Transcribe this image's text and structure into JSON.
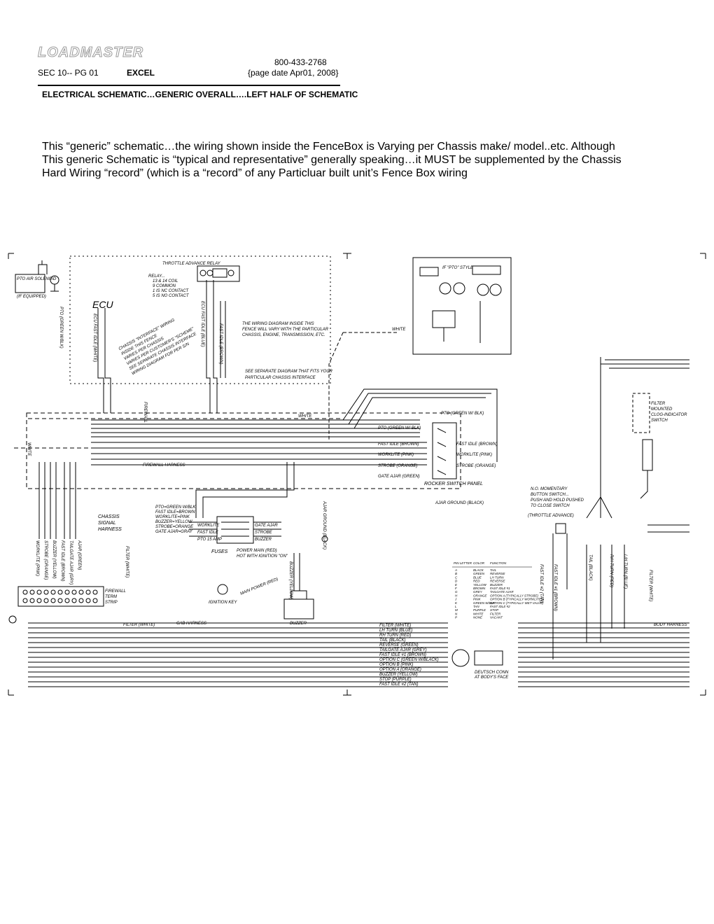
{
  "header": {
    "logo": "LOADMASTER",
    "phone": "800-433-2768",
    "section": "SEC 10-- PG 01",
    "model": "EXCEL",
    "page_date": "{page date Apr01, 2008}",
    "heading": "ELECTRICAL SCHEMATIC…GENERIC OVERALL….LEFT HALF OF SCHEMATIC"
  },
  "intro": {
    "line1": "This “generic” schematic…the wiring shown inside the FenceBox is Varying per Chassis make/ model..etc. Although",
    "line2": "This generic Schematic is “typical and representative” generally speaking…it MUST be supplemented by the Chassis",
    "line3": "Hard Wiring “record” (which is a “record” of any Particluar built unit’s Fence Box wiring"
  },
  "schematic": {
    "pto_solenoid": "PTO AIR SOLENOID",
    "if_equipped": "(IF EQUIPPED)",
    "throttle_relay": "THROTTLE ADVANCE RELAY",
    "relay_notes": [
      "RELAY...",
      "13 & 14 COIL",
      "9 COMMON",
      "1 IS NC CONTACT",
      "5 IS NO CONTACT"
    ],
    "ecu": "ECU",
    "fence_note": [
      "THE WIRING DIAGRAM INSIDE THIS",
      "FENCE WILL VARY WITH THE PARTICULAR",
      "CHASSIS, ENGINE, TRANSMISSION, ETC."
    ],
    "see_separate": [
      "SEE SEPARATE DIAGRAM THAT FITS YOUR",
      "PARTICULAR CHASSIS INTERFACE"
    ],
    "interface_note": [
      "CHASSIS \"INTERFACE\" WIRING",
      "INSIDE THIS FENCE",
      "VARIES PER CHASSIS",
      "VARIES PER CUSTOMER'S \"SCHEME\"",
      "SEE SEPARATE CHASSIS INTERFACE",
      "WIRING DIAGRAM FOR PER S/N"
    ],
    "pto_green_blk": "PTO (GREEN W/BLK)",
    "ecu_fast_idle_white": "ECU FAST IDLE (WHITE)",
    "ecu_fast_idle_blue": "ECU FAST IDLE (BLUE)",
    "fast_idle_brown": "FAST IDLE (BROWN)",
    "white": "WHITE",
    "firewall": "FIREWALL",
    "pto_style": "IF \"PTO\" STYLE",
    "rocker_labels": [
      "PTO (GREEN W/ BLK)",
      "FAST IDLE (BROWN)",
      "WORKLITE (PINK)",
      "STROBE (ORANGE)",
      "GATE AJAR (GREEN)"
    ],
    "rocker_right": [
      "FAST IDLE (BROWN)",
      "WORKLITE (PINK)",
      "STROBE (ORANGE)"
    ],
    "rocker_panel": "ROCKER SWITCH PANEL",
    "ajar_ground": "AJAR GROUND (BLACK)",
    "firewall_harness": "FIREWALL HARNESS",
    "fuse_legend": [
      "PTO=GREEN W/BLK",
      "FAST IDLE=BROWN",
      "WORKLITE=PINK",
      "BUZZER=YELLOW",
      "STROBE=ORANGE",
      "GATE AJAR=GRAY"
    ],
    "fuse_labels": [
      "WORKLITE",
      "FAST IDLE",
      "PTO 15 AMP",
      "GATE AJAR",
      "STROBE",
      "BUZZER"
    ],
    "fuses": "FUSES",
    "power_main": "POWER MAIN (RED)",
    "hot_ignition": "HOT WITH IGNITION \"ON\"",
    "chassis_signal": [
      "CHASSIS",
      "SIGNAL",
      "HARNESS"
    ],
    "filter_white": "FILTER (WHITE)",
    "buzzer_yellow": "BUZZER (YELLOW)",
    "ignition_key": "IGNITION KEY",
    "main_power_red": "MAIN POWER (RED)",
    "buzzer": "BUZZER",
    "term_strip": [
      "FIREWALL",
      "TERM",
      "STRIP"
    ],
    "cab_harness": "CAB HARNESS",
    "vertical_left": [
      "WORKLITE (PINK)",
      "STROBE (ORANGE)",
      "BUZZER (YELLOW)",
      "FAST IDLE (BROWN)",
      "TAILGATE AJAR (GRY)",
      "AJAR (GREEN)"
    ],
    "bottom_bus": [
      "FILTER (WHITE)",
      "LH TURN (BLUE)",
      "RH TURN (RED)",
      "TAIL (BLACK)",
      "REVERSE (GREEN)",
      "TAILGATE AJAR (GREY)",
      "FAST IDLE #1 (BROWN)",
      "OPTION C (GREEN W/BLACK)",
      "OPTION B (PINK)",
      "OPTION A (ORANGE)",
      "BUZZER (YELLOW)",
      "STOP (PURPLE)",
      "FAST IDLE #2 (TAN)"
    ],
    "pin_table_headers": [
      "PIN LETTER",
      "COLOR",
      "FUNCTION"
    ],
    "pin_rows": [
      [
        "A",
        "BLACK",
        "TAIL"
      ],
      [
        "B",
        "GREEN",
        "REVERSE"
      ],
      [
        "C",
        "BLUE",
        "LH TURN"
      ],
      [
        "D",
        "RED",
        "REVERSE"
      ],
      [
        "E",
        "YELLOW",
        "BUZZER"
      ],
      [
        "F",
        "BROWN",
        "FAST IDLE #1"
      ],
      [
        "G",
        "GREY",
        "TAILGATE AJAR"
      ],
      [
        "H",
        "ORANGE",
        "OPTION A (TYPICALLY STROBE)"
      ],
      [
        "J",
        "PINK",
        "OPTION B (TYPICALLY WORKLITES)"
      ],
      [
        "K",
        "GREEN W/BLK",
        "OPTION C (TYPICALLY WET VALVE)"
      ],
      [
        "L",
        "TAN",
        "FAST IDLE #2"
      ],
      [
        "M",
        "PURPLE",
        "STOP"
      ],
      [
        "N",
        "WHITE",
        "FILTER"
      ],
      [
        "P",
        "NONE",
        "VACANT"
      ]
    ],
    "deutsch": [
      "DEUTSCH CONN",
      "AT BODY'S FACE"
    ],
    "momentary": [
      "N.O. MOMENTARY",
      "BUTTON SWITCH...",
      "PUSH AND HOLD PUSHED",
      "TO CLOSE SWITCH"
    ],
    "throttle_advance": "(THROTTLE ADVANCE)",
    "fast_idle_2_tan": "FAST IDLE #2 (TAN)",
    "fast_idle_1_brown": "FAST IDLE #1 (BROWN)",
    "tail_black": "TAIL (BLACK)",
    "rh_turn_red": "R/H TURN (RED)",
    "lh_turn_blue": "L/H TURN (BLUE)",
    "filter_white_right": "FILTER (WHITE)",
    "body_harness": "BODY HARNESS",
    "filter_switch": [
      "FILTER",
      "MOUNTED",
      "CLOG-INDICATOR",
      "SWITCH"
    ]
  }
}
